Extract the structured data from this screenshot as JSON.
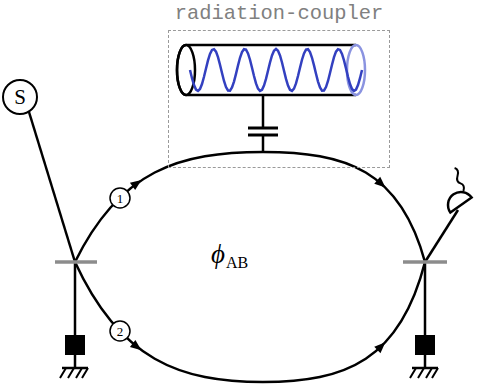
{
  "diagram": {
    "nodes": [
      {
        "text": [
          "radiation-coupler"
        ]
      },
      {
        "text": [
          "S"
        ]
      }
    ],
    "labels": [
      "1",
      "2",
      "ϕ",
      "AB"
    ]
  }
}
